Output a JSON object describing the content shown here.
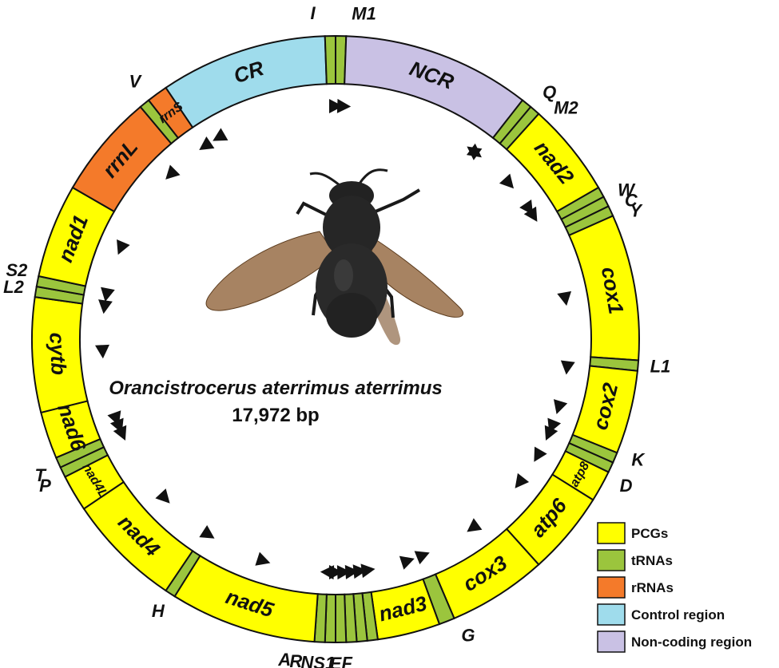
{
  "colors": {
    "pcg": "#ffff00",
    "trna": "#9bc53d",
    "rrna": "#f47a2a",
    "control": "#9fdcec",
    "noncoding": "#c9c1e4",
    "outline": "#111111"
  },
  "title": "Orancistrocerus aterrimus aterrimus",
  "size": "17,972 bp",
  "segments": [
    {
      "label": "CR",
      "type": "control",
      "from": -34,
      "to": -2
    },
    {
      "label": "",
      "type": "trna",
      "from": -2,
      "to": 0
    },
    {
      "label": "",
      "type": "trna",
      "from": 0,
      "to": 2
    },
    {
      "label": "NCR",
      "type": "noncoding",
      "from": 2,
      "to": 38
    },
    {
      "label": "",
      "type": "trna",
      "from": 38,
      "to": 40
    },
    {
      "label": "",
      "type": "trna",
      "from": 40,
      "to": 42
    },
    {
      "label": "nad2",
      "type": "pcg",
      "from": 42,
      "to": 60
    },
    {
      "label": "",
      "type": "trna",
      "from": 60,
      "to": 62
    },
    {
      "label": "",
      "type": "trna",
      "from": 62,
      "to": 64
    },
    {
      "label": "",
      "type": "trna",
      "from": 64,
      "to": 66
    },
    {
      "label": "cox1",
      "type": "pcg",
      "from": 66,
      "to": 94
    },
    {
      "label": "",
      "type": "trna",
      "from": 94,
      "to": 96
    },
    {
      "label": "cox2",
      "type": "pcg",
      "from": 96,
      "to": 112
    },
    {
      "label": "",
      "type": "trna",
      "from": 112,
      "to": 114
    },
    {
      "label": "",
      "type": "trna",
      "from": 114,
      "to": 116
    },
    {
      "label": "atp8",
      "type": "pcg",
      "from": 116,
      "to": 122
    },
    {
      "label": "atp6",
      "type": "pcg",
      "from": 122,
      "to": 138
    },
    {
      "label": "cox3",
      "type": "pcg",
      "from": 138,
      "to": 157
    },
    {
      "label": "",
      "type": "trna",
      "from": 157,
      "to": 160
    },
    {
      "label": "nad3",
      "type": "pcg",
      "from": 160,
      "to": 172
    },
    {
      "label": "",
      "type": "trna",
      "from": 172,
      "to": 174
    },
    {
      "label": "",
      "type": "trna",
      "from": 174,
      "to": 176
    },
    {
      "label": "",
      "type": "trna",
      "from": 176,
      "to": 178
    },
    {
      "label": "",
      "type": "trna",
      "from": 178,
      "to": 180
    },
    {
      "label": "",
      "type": "trna",
      "from": 180,
      "to": 182
    },
    {
      "label": "",
      "type": "trna",
      "from": 182,
      "to": 184
    },
    {
      "label": "nad5",
      "type": "pcg",
      "from": 184,
      "to": 212
    },
    {
      "label": "",
      "type": "trna",
      "from": 212,
      "to": 214
    },
    {
      "label": "nad4",
      "type": "pcg",
      "from": 214,
      "to": 236
    },
    {
      "label": "nad4L",
      "type": "pcg",
      "from": 236,
      "to": 243
    },
    {
      "label": "",
      "type": "trna",
      "from": 243,
      "to": 245
    },
    {
      "label": "",
      "type": "trna",
      "from": 245,
      "to": 247
    },
    {
      "label": "nad6",
      "type": "pcg",
      "from": 247,
      "to": 256
    },
    {
      "label": "cytb",
      "type": "pcg",
      "from": 256,
      "to": 278
    },
    {
      "label": "",
      "type": "trna",
      "from": 278,
      "to": 280
    },
    {
      "label": "",
      "type": "trna",
      "from": 280,
      "to": 282
    },
    {
      "label": "nad1",
      "type": "pcg",
      "from": 282,
      "to": 300
    },
    {
      "label": "rrnL",
      "type": "rrna",
      "from": 300,
      "to": 320
    },
    {
      "label": "",
      "type": "trna",
      "from": 320,
      "to": 322
    },
    {
      "label": "rrnS",
      "type": "rrna",
      "from": 322,
      "to": 326
    }
  ],
  "external_labels": [
    {
      "text": "I",
      "angle": -4
    },
    {
      "text": "M1",
      "angle": 5
    },
    {
      "text": "Q",
      "angle": 41
    },
    {
      "text": "M2",
      "angle": 45
    },
    {
      "text": "W",
      "angle": 63
    },
    {
      "text": "C",
      "angle": 65
    },
    {
      "text": "Y",
      "angle": 67
    },
    {
      "text": "L1",
      "angle": 95
    },
    {
      "text": "K",
      "angle": 112
    },
    {
      "text": "D",
      "angle": 117
    },
    {
      "text": "G",
      "angle": 156
    },
    {
      "text": "F",
      "angle": 178
    },
    {
      "text": "E",
      "angle": 180
    },
    {
      "text": "S1",
      "angle": 182
    },
    {
      "text": "N",
      "angle": 185
    },
    {
      "text": "R",
      "angle": 187
    },
    {
      "text": "A",
      "angle": 189
    },
    {
      "text": "H",
      "angle": 213
    },
    {
      "text": "P",
      "angle": 243
    },
    {
      "text": "T",
      "angle": 245
    },
    {
      "text": "L2",
      "angle": 279
    },
    {
      "text": "S2",
      "angle": 282
    },
    {
      "text": "V",
      "angle": 322
    }
  ],
  "arrows": [
    {
      "angle": 0,
      "dir": 1
    },
    {
      "angle": 2,
      "dir": 1
    },
    {
      "angle": 36,
      "dir": -1
    },
    {
      "angle": 37,
      "dir": 1
    },
    {
      "angle": 48,
      "dir": 1
    },
    {
      "angle": 56,
      "dir": 1
    },
    {
      "angle": 58,
      "dir": 1
    },
    {
      "angle": 80,
      "dir": 1
    },
    {
      "angle": 97,
      "dir": 1
    },
    {
      "angle": 107,
      "dir": 1
    },
    {
      "angle": 112,
      "dir": 1
    },
    {
      "angle": 114,
      "dir": 1
    },
    {
      "angle": 120,
      "dir": 1
    },
    {
      "angle": 128,
      "dir": 1
    },
    {
      "angle": 144,
      "dir": 1
    },
    {
      "angle": 158,
      "dir": -1
    },
    {
      "angle": 162,
      "dir": -1
    },
    {
      "angle": 172,
      "dir": -1
    },
    {
      "angle": 174,
      "dir": -1
    },
    {
      "angle": 176,
      "dir": -1
    },
    {
      "angle": 178,
      "dir": -1
    },
    {
      "angle": 180,
      "dir": -1
    },
    {
      "angle": 182,
      "dir": 1
    },
    {
      "angle": 198,
      "dir": -1
    },
    {
      "angle": 213,
      "dir": -1
    },
    {
      "angle": 227,
      "dir": -1
    },
    {
      "angle": 246,
      "dir": -1
    },
    {
      "angle": 248,
      "dir": -1
    },
    {
      "angle": 250,
      "dir": -1
    },
    {
      "angle": 267,
      "dir": -1
    },
    {
      "angle": 278,
      "dir": -1
    },
    {
      "angle": 281,
      "dir": -1
    },
    {
      "angle": 293,
      "dir": -1
    },
    {
      "angle": 315,
      "dir": -1
    },
    {
      "angle": 326,
      "dir": -1
    },
    {
      "angle": 330,
      "dir": -1
    }
  ],
  "legend": [
    {
      "label": "PCGs",
      "type": "pcg"
    },
    {
      "label": "tRNAs",
      "type": "trna"
    },
    {
      "label": "rRNAs",
      "type": "rrna"
    },
    {
      "label": "Control region",
      "type": "control"
    },
    {
      "label": "Non-coding region",
      "type": "noncoding"
    }
  ]
}
